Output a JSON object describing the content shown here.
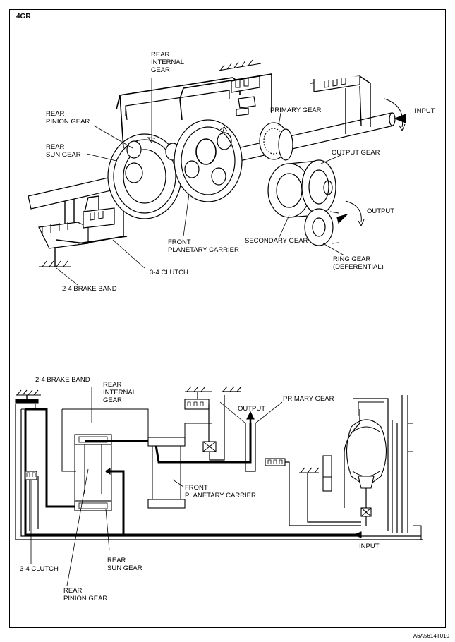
{
  "title": "4GR",
  "figure_code": "A6A5614T010",
  "top": {
    "rear_internal_gear": "REAR\nINTERNAL\nGEAR",
    "rear_pinion_gear": "REAR\nPINION GEAR",
    "rear_sun_gear": "REAR\nSUN GEAR",
    "primary_gear": "PRIMARY GEAR",
    "input": "INPUT",
    "output_gear": "OUTPUT GEAR",
    "output": "OUTPUT",
    "secondary_gear": "SECONDARY GEAR",
    "front_planetary_carrier": "FRONT\nPLANETARY CARRIER",
    "ring_gear": "RING GEAR\n(DEFERENTIAL)",
    "clutch_34": "3-4 CLUTCH",
    "brake_band_24": "2-4 BRAKE BAND"
  },
  "bottom": {
    "brake_band_24": "2-4 BRAKE BAND",
    "rear_internal_gear": "REAR\nINTERNAL\nGEAR",
    "output": "OUTPUT",
    "primary_gear": "PRIMARY GEAR",
    "front_planetary_carrier": "FRONT\nPLANETARY CARRIER",
    "input": "INPUT",
    "clutch_34": "3-4 CLUTCH",
    "rear_sun_gear": "REAR\nSUN GEAR",
    "rear_pinion_gear": "REAR\nPINION GEAR"
  }
}
